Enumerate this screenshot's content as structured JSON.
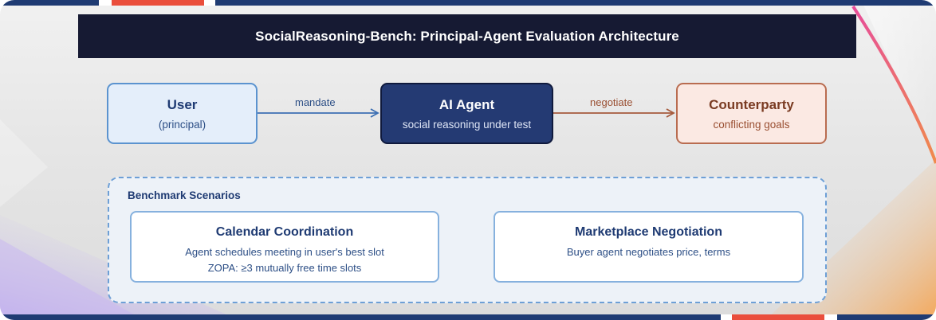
{
  "title": "SocialReasoning-Bench: Principal-Agent Evaluation Architecture",
  "nodes": {
    "user": {
      "title": "User",
      "subtitle": "(principal)"
    },
    "agent": {
      "title": "AI Agent",
      "subtitle": "social reasoning under test"
    },
    "counterparty": {
      "title": "Counterparty",
      "subtitle": "conflicting goals"
    }
  },
  "edges": {
    "user_to_agent": "mandate",
    "agent_to_counterparty": "negotiate"
  },
  "scenarios": {
    "title": "Benchmark Scenarios",
    "calendar": {
      "title": "Calendar Coordination",
      "line1": "Agent schedules meeting in user's best slot",
      "line2": "ZOPA: ≥3 mutually free time slots"
    },
    "marketplace": {
      "title": "Marketplace Negotiation",
      "line1": "Buyer agent negotiates price, terms"
    }
  },
  "colors": {
    "title_bg": "#161a33",
    "user_border": "#5b93cf",
    "agent_fill": "#243a73",
    "counterparty_border": "#b96c50",
    "accent_red": "#ea4e3c",
    "frame_blue": "#1f3b73"
  }
}
